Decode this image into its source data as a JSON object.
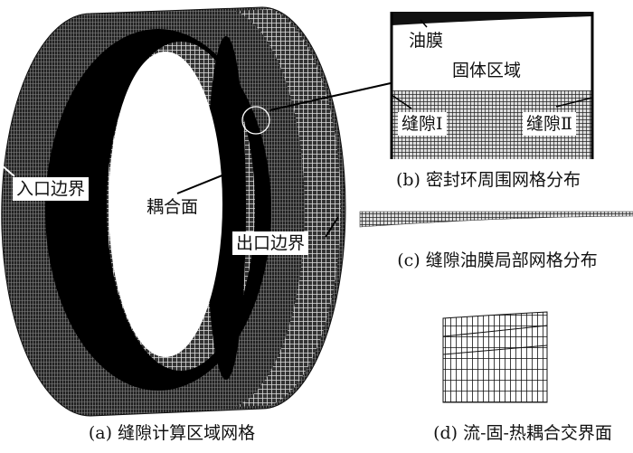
{
  "panel_a": {
    "caption": "(a) 缝隙计算区域网格",
    "labels": {
      "inlet": "入口边界",
      "coupling": "耦合面",
      "outlet": "出口边界"
    }
  },
  "panel_b": {
    "caption": "(b) 密封环周围网格分布",
    "labels": {
      "oil_film": "油膜",
      "solid": "固体区域",
      "gap1": "缝隙Ⅰ",
      "gap2": "缝隙Ⅱ"
    }
  },
  "panel_c": {
    "caption": "(c) 缝隙油膜局部网格分布"
  },
  "panel_d": {
    "caption": "(d) 流-固-热耦合交界面"
  }
}
